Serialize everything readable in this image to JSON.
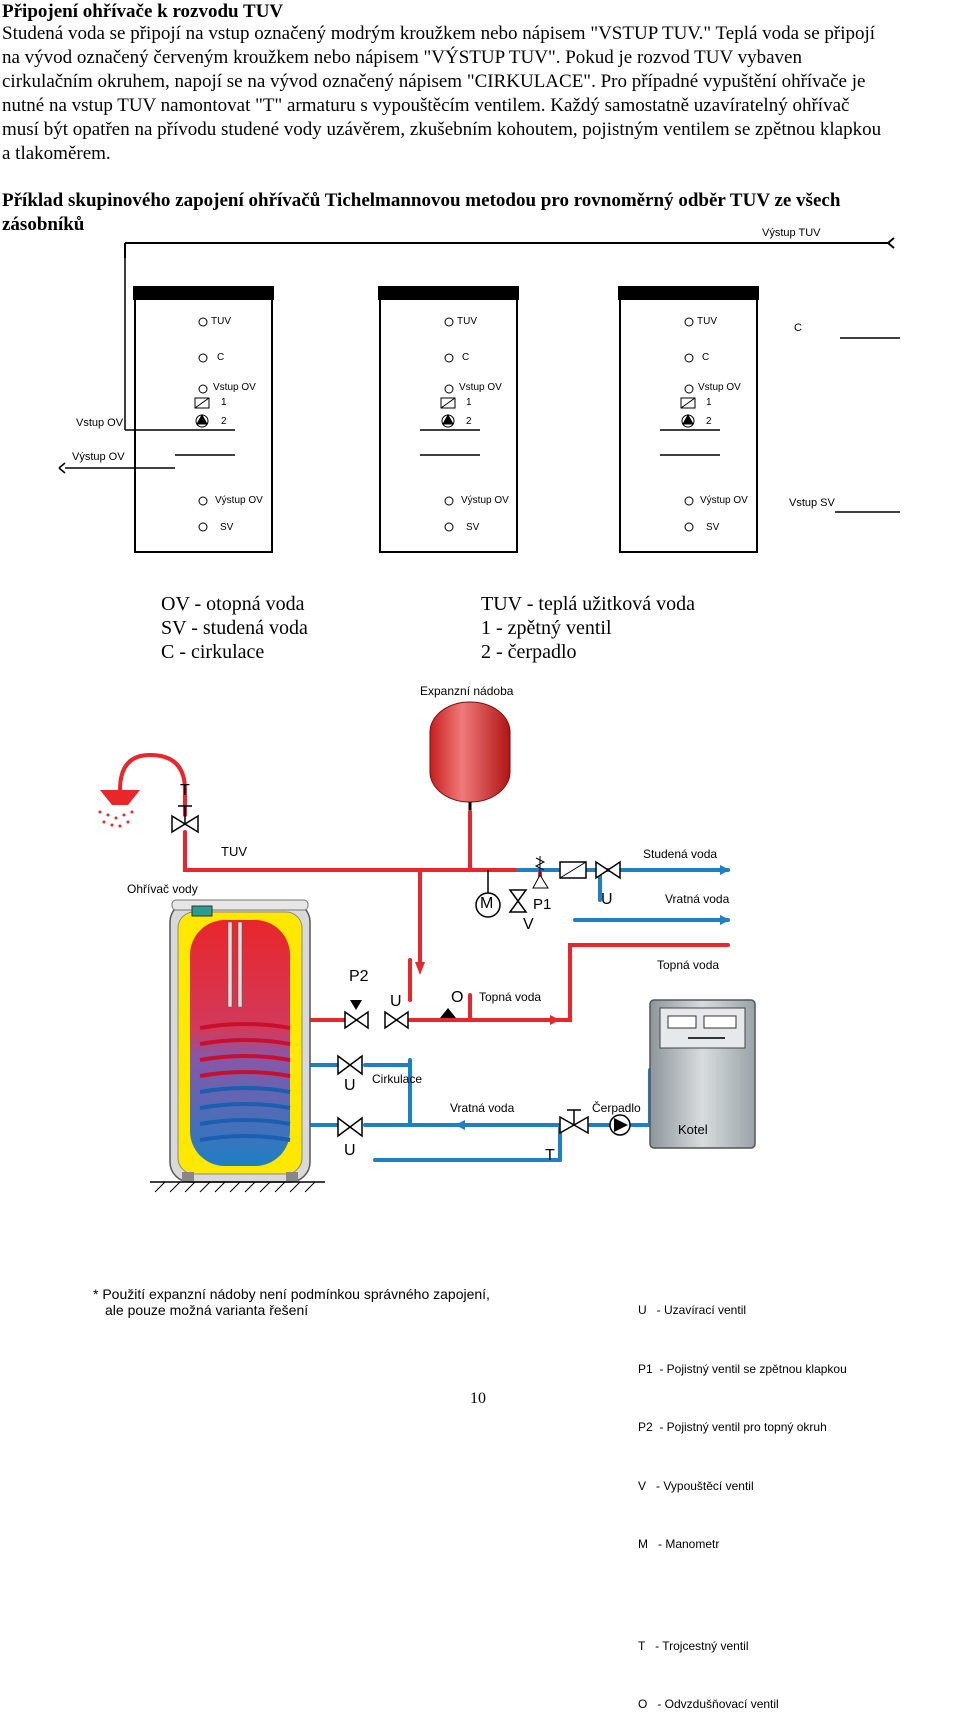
{
  "section1": {
    "title": "Připojení ohřívače k rozvodu TUV",
    "lines": [
      "Studená voda se připojí na vstup označený modrým kroužkem nebo nápisem \"VSTUP TUV.\" Teplá voda se připojí",
      "na vývod označený červeným kroužkem nebo nápisem \"VÝSTUP TUV\". Pokud je rozvod TUV vybaven",
      "cirkulačním okruhem, napojí se na vývod označený nápisem \"CIRKULACE\". Pro případné vypuštění ohřívače je",
      "nutné na vstup TUV namontovat \"T\" armaturu s vypouštěcím ventilem. Každý samostatně uzavíratelný ohřívač",
      "musí být opatřen na přívodu studené vody uzávěrem, zkušebním kohoutem, pojistným ventilem se zpětnou klapkou",
      "a tlakoměrem."
    ]
  },
  "section2": {
    "title_line1": "Příklad skupinového zapojení ohřívačů Tichelmannovou metodou pro rovnoměrný odběr TUV ze všech",
    "title_line2": "zásobníků"
  },
  "diagram1": {
    "vystup_tuv": "Výstup TUV",
    "tuv": "TUV",
    "c": "C",
    "vstup_ov": "Vstup OV",
    "one": "1",
    "two": "2",
    "vystup_ov": "Výstup OV",
    "sv": "SV",
    "vstup_sv": "Vstup SV"
  },
  "legend1": {
    "left": [
      "OV - otopná voda",
      "SV - studená voda",
      "C - cirkulace"
    ],
    "right": [
      "TUV - teplá užitková voda",
      "1 - zpětný ventil",
      "2 - čerpadlo"
    ]
  },
  "diagram2": {
    "expanzni": "Expanzní nádoba",
    "t": "T",
    "tuv": "TUV",
    "studena": "Studená voda",
    "ohrivac": "Ohřívač vody",
    "m": "M",
    "p1": "P1",
    "u": "U",
    "v": "V",
    "vratna": "Vratná voda",
    "topna": "Topná voda",
    "p2": "P2",
    "o": "O",
    "cirkulace": "Cirkulace",
    "cerpadlo": "Čerpadlo",
    "kotel": "Kotel"
  },
  "footnote": {
    "line1": "* Použití expanzní nádoby není podmínkou správného zapojení,",
    "line2": "ale pouze možná varianta řešení"
  },
  "legend2": [
    "U   - Uzavírací ventil",
    "P1  - Pojistný ventil se zpětnou klapkou",
    "P2  - Pojistný ventil pro topný okruh",
    "V   - Vypouštěcí ventil",
    "M   - Manometr",
    "T   - Trojcestný ventil",
    "O   - Odvzdušňovací ventil"
  ],
  "page_number": "10",
  "colors": {
    "hot": "#e8262b",
    "cold": "#1e7fc4",
    "tank": "#ffe800"
  }
}
